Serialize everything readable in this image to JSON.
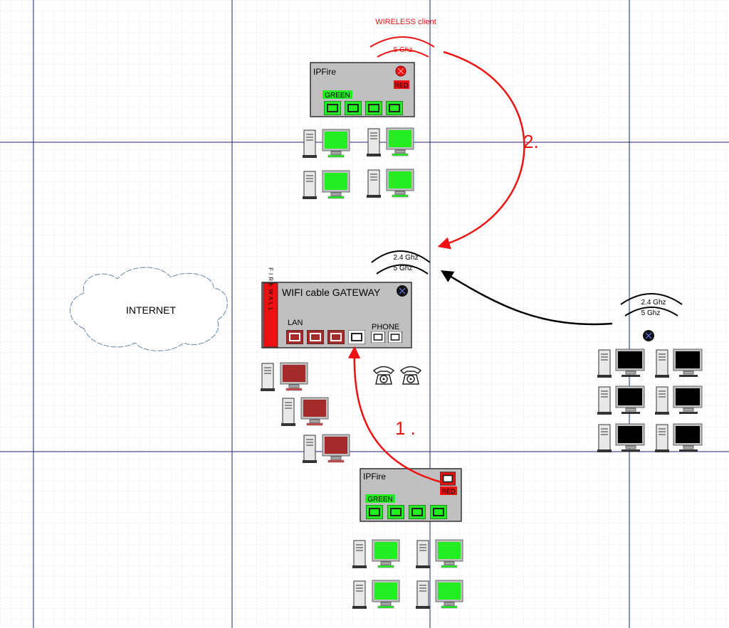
{
  "colors": {
    "grid_minor": "#d7dde6",
    "grid_major": "#1a237e",
    "device_gray": "#c0c0c0",
    "green": "#22ee22",
    "red": "#ee1111",
    "darkred": "#a52a2a",
    "arrow_red": "#ee1111",
    "arrow_black": "#000000"
  },
  "wireless_client": {
    "label": "WIRELESS client",
    "band": "5 Ghz"
  },
  "top_ipfire": {
    "title": "IPFire",
    "red_label": "RED",
    "green_label": "GREEN"
  },
  "bottom_ipfire": {
    "title": "IPFire",
    "red_label": "RED",
    "green_label": "GREEN"
  },
  "gateway": {
    "title": "WIFI cable GATEWAY",
    "firewall_label": "FIREWALL",
    "lan_label": "LAN",
    "phone_label": "PHONE",
    "band_24": "2.4 Ghz",
    "band_5": "5 Ghz"
  },
  "right_ap": {
    "band_24": "2.4 Ghz",
    "band_5": "5 Ghz"
  },
  "internet": {
    "label": "INTERNET"
  },
  "steps": {
    "step1": "1 .",
    "step2": "2."
  },
  "icons": {
    "pc": "desktop-computer-icon",
    "phone": "telephone-icon",
    "wifi": "wifi-waves-icon",
    "cloud": "cloud-icon",
    "port": "ethernet-port-icon"
  }
}
